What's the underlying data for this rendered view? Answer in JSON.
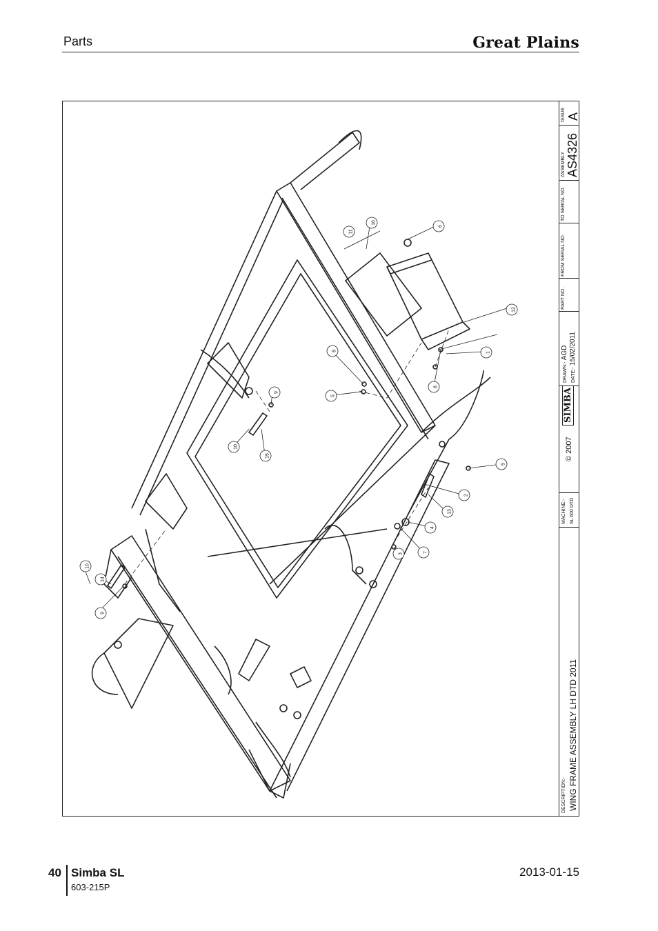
{
  "header": {
    "section": "Parts",
    "brand": "Great Plains"
  },
  "title_block": {
    "issue_label": "ISSUE",
    "issue": "A",
    "assembly_label": "ASSEMBLY",
    "assembly": "AS4326",
    "to_serial_label": "TO SERIAL NO.",
    "from_serial_label": "FROM SERIAL NO.",
    "part_no_label": "PART NO.",
    "drawn_label": "DRAWN:-",
    "drawn": "AGD",
    "date_label": "DATE:-",
    "date": "15/02/2011",
    "logo_text": "SIMBA",
    "copyright": "© 2007",
    "machine_label": "MACHINE:-",
    "machine": "SL 600 DTD",
    "description_label": "DESCRIPTION:-",
    "description": "WING FRAME ASSEMBLY LH DTD 2011"
  },
  "callouts": [
    "1",
    "2",
    "3",
    "4",
    "5",
    "5",
    "6",
    "7",
    "8",
    "8",
    "9",
    "9",
    "10",
    "10",
    "11",
    "12",
    "13",
    "14",
    "15",
    "16"
  ],
  "footer": {
    "page": "40",
    "title": "Simba SL",
    "code": "603-215P",
    "date": "2013-01-15"
  }
}
